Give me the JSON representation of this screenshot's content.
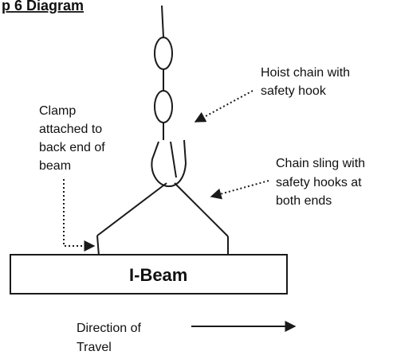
{
  "diagram": {
    "title": "p 6 Diagram",
    "labels": {
      "hoist": [
        "Hoist chain with",
        "safety hook"
      ],
      "clamp": [
        "Clamp",
        "attached to",
        "back end of",
        "beam"
      ],
      "sling": [
        "Chain sling with",
        "safety hooks at",
        "both ends"
      ],
      "beam": "I-Beam",
      "direction": [
        "Direction of",
        "Travel"
      ]
    },
    "colors": {
      "line": "#1a1a1a",
      "text": "#111111",
      "background": "#ffffff"
    }
  }
}
